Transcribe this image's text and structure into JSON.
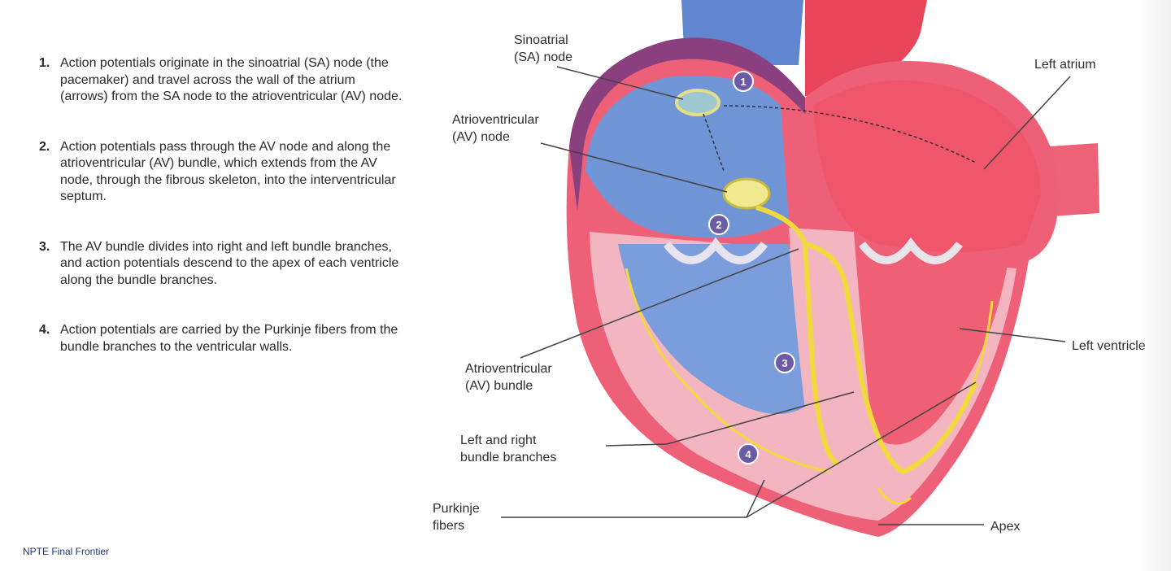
{
  "steps": [
    {
      "num": "1.",
      "text": "Action potentials originate in the sinoatrial (SA) node (the pacemaker) and travel across the wall of the atrium (arrows) from the SA node to the atrioventricular (AV) node."
    },
    {
      "num": "2.",
      "text": "Action potentials pass through the AV node and along the atrioventricular (AV) bundle, which extends from the AV node, through the fibrous skeleton, into the interventricular septum."
    },
    {
      "num": "3.",
      "text": "The AV bundle divides into right and left bundle branches, and action potentials descend to the apex of each ventricle along the bundle branches."
    },
    {
      "num": "4.",
      "text": "Action potentials are carried by the Purkinje fibers from the bundle branches to the ventricular walls."
    }
  ],
  "labels": {
    "sa_node": [
      "Sinoatrial",
      "(SA) node"
    ],
    "av_node": [
      "Atrioventricular",
      "(AV) node"
    ],
    "av_bundle": [
      "Atrioventricular",
      "(AV) bundle"
    ],
    "bundle_branches": [
      "Left and right",
      "bundle branches"
    ],
    "purkinje": [
      "Purkinje",
      "fibers"
    ],
    "left_atrium": "Left atrium",
    "left_ventricle": "Left ventricle",
    "apex": "Apex"
  },
  "markers": [
    "1",
    "2",
    "3",
    "4"
  ],
  "footer": "NPTE Final Frontier",
  "colors": {
    "right_heart": "#6f95d6",
    "left_heart": "#ef5468",
    "myocardium": "#f2b6c0",
    "conduction": "#f3dc3c",
    "marker": "#6b5aa6"
  }
}
